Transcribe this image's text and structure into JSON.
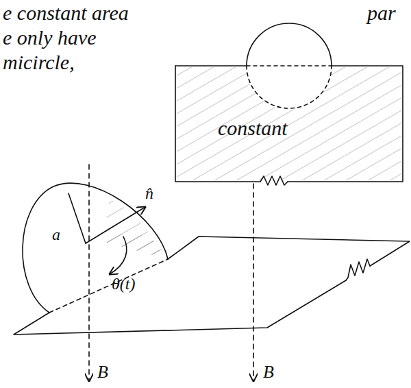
{
  "diagram": {
    "nodes": [
      {
        "text": [
          "constant"
        ]
      }
    ],
    "labels": [
      "e constant area",
      "par",
      "e only have",
      "micircle,",
      "a",
      "n̂",
      "θ(t)",
      "B⃗",
      "B⃗"
    ]
  }
}
